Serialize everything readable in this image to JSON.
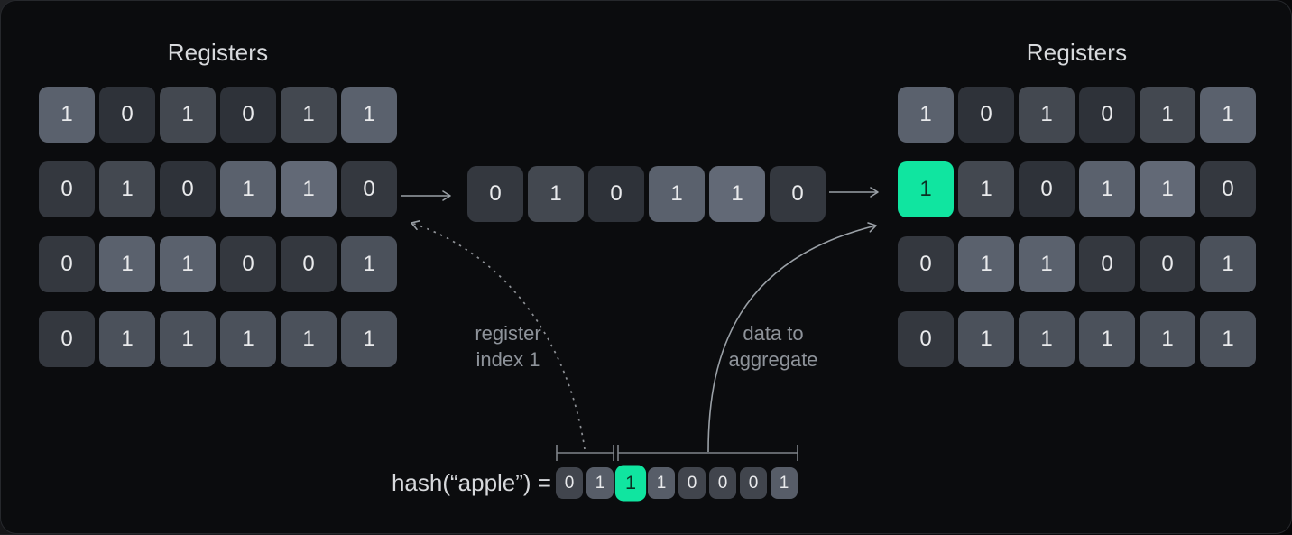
{
  "left_registers": {
    "title": "Registers",
    "rows": [
      [
        {
          "v": "1",
          "t": "l"
        },
        {
          "v": "0",
          "t": "d"
        },
        {
          "v": "1",
          "t": "m"
        },
        {
          "v": "0",
          "t": "d"
        },
        {
          "v": "1",
          "t": "m"
        },
        {
          "v": "1",
          "t": "l"
        }
      ],
      [
        {
          "v": "0",
          "t": "d2"
        },
        {
          "v": "1",
          "t": "m"
        },
        {
          "v": "0",
          "t": "d"
        },
        {
          "v": "1",
          "t": "l"
        },
        {
          "v": "1",
          "t": "l2"
        },
        {
          "v": "0",
          "t": "d2"
        }
      ],
      [
        {
          "v": "0",
          "t": "d2"
        },
        {
          "v": "1",
          "t": "l"
        },
        {
          "v": "1",
          "t": "l"
        },
        {
          "v": "0",
          "t": "d2"
        },
        {
          "v": "0",
          "t": "d2"
        },
        {
          "v": "1",
          "t": "m2"
        }
      ],
      [
        {
          "v": "0",
          "t": "d2"
        },
        {
          "v": "1",
          "t": "m2"
        },
        {
          "v": "1",
          "t": "m2"
        },
        {
          "v": "1",
          "t": "m2"
        },
        {
          "v": "1",
          "t": "m2"
        },
        {
          "v": "1",
          "t": "m2"
        }
      ]
    ]
  },
  "middle_row": {
    "rows": [
      [
        {
          "v": "0",
          "t": "d2"
        },
        {
          "v": "1",
          "t": "m"
        },
        {
          "v": "0",
          "t": "d"
        },
        {
          "v": "1",
          "t": "l"
        },
        {
          "v": "1",
          "t": "l2"
        },
        {
          "v": "0",
          "t": "d2"
        }
      ]
    ]
  },
  "right_registers": {
    "title": "Registers",
    "rows": [
      [
        {
          "v": "1",
          "t": "l"
        },
        {
          "v": "0",
          "t": "d"
        },
        {
          "v": "1",
          "t": "m"
        },
        {
          "v": "0",
          "t": "d"
        },
        {
          "v": "1",
          "t": "m"
        },
        {
          "v": "1",
          "t": "l"
        }
      ],
      [
        {
          "v": "1",
          "t": "g"
        },
        {
          "v": "1",
          "t": "m"
        },
        {
          "v": "0",
          "t": "d"
        },
        {
          "v": "1",
          "t": "l"
        },
        {
          "v": "1",
          "t": "l2"
        },
        {
          "v": "0",
          "t": "d2"
        }
      ],
      [
        {
          "v": "0",
          "t": "d2"
        },
        {
          "v": "1",
          "t": "l"
        },
        {
          "v": "1",
          "t": "l"
        },
        {
          "v": "0",
          "t": "d2"
        },
        {
          "v": "0",
          "t": "d2"
        },
        {
          "v": "1",
          "t": "m2"
        }
      ],
      [
        {
          "v": "0",
          "t": "d2"
        },
        {
          "v": "1",
          "t": "m2"
        },
        {
          "v": "1",
          "t": "m2"
        },
        {
          "v": "1",
          "t": "m2"
        },
        {
          "v": "1",
          "t": "m2"
        },
        {
          "v": "1",
          "t": "m2"
        }
      ]
    ]
  },
  "hash": {
    "label": "hash(“apple”) =",
    "rows": [
      [
        {
          "v": "0",
          "t": "h0"
        },
        {
          "v": "1",
          "t": "h1"
        },
        {
          "v": "1",
          "t": "g"
        },
        {
          "v": "1",
          "t": "h1"
        },
        {
          "v": "0",
          "t": "h0"
        },
        {
          "v": "0",
          "t": "h0"
        },
        {
          "v": "0",
          "t": "h0"
        },
        {
          "v": "1",
          "t": "h1"
        }
      ]
    ]
  },
  "labels": {
    "register_index": {
      "line1": "register",
      "line2": "index 1"
    },
    "data_to_aggregate": {
      "line1": "data to",
      "line2": "aggregate"
    }
  },
  "colors": {
    "accent_green": "#10e5a0",
    "text_light": "#e9eaec",
    "text_on_green": "#0b3023",
    "title_text": "#d7d9dc",
    "label_text": "#8e939a",
    "arrow": "#9aa0a6",
    "dashed_arrow": "#8e9196",
    "bracket": "#7f848a",
    "tones": {
      "d": "#2e3239",
      "d2": "#34383f",
      "m": "#434850",
      "m2": "#4b515b",
      "l": "#5a616d",
      "l2": "#626976",
      "h0": "#41454d",
      "h1": "#575d68",
      "g": "#10e5a0"
    }
  }
}
